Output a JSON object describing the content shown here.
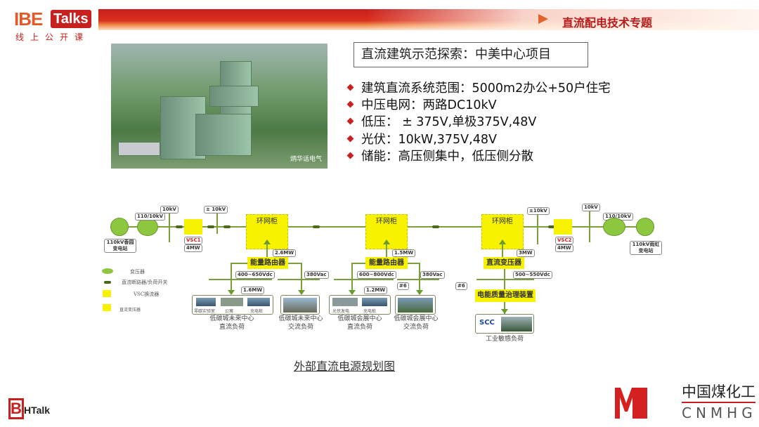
{
  "header": {
    "logo_main": "IBE",
    "logo_talks": "Talks",
    "logo_sub": "线上公开课",
    "topic": "直流配电技术专题"
  },
  "photo": {
    "watermark": "炳华话电气"
  },
  "slide": {
    "title": "直流建筑示范探索：中美中心项目",
    "bullets": [
      "建筑直流系统范围：5000m2办公+50户住宅",
      "中压电网：两路DC10kV",
      "低压： ± 375V,单极375V,48V",
      "光伏：10kW,375V,48V",
      "储能：高压侧集中，低压侧分散"
    ]
  },
  "diagram": {
    "left_station": "110kV香园变电站",
    "left_xfmr": "110/10kV",
    "left_bus": "10kV",
    "left_dc_bus": "± 10kV",
    "vsc1": "VSC1",
    "vsc1_power": "4MW",
    "rmu": [
      "环网柜",
      "环网柜",
      "环网柜"
    ],
    "router1": "能量路由器",
    "router1_power": "2.6MW",
    "router2": "能量路由器",
    "router2_power": "1.5MW",
    "dc_xfmr": "直流变压器",
    "dc_xfmr_power": "3MW",
    "v1": "400~650Vdc",
    "v2": "380Vac",
    "v3": "600~800Vdc",
    "v4": "380Vac",
    "v5": "500~550Vdc",
    "p1": "1.6MW",
    "p2": "1.2MW",
    "n1": "#6",
    "n2": "#6",
    "load1_items": [
      "零碳实验室",
      "公寓",
      "充电桩"
    ],
    "load1_cap1": "低碳城未来中心",
    "load1_cap2": "直流负荷",
    "load2_cap1": "低碳城未来中心",
    "load2_cap2": "交流负荷",
    "load3_items": [
      "光伏发电",
      "充电桩"
    ],
    "load3_cap1": "低碳城会展中心",
    "load3_cap2": "直流负荷",
    "load4_cap1": "低碳城会展中心",
    "load4_cap2": "交流负荷",
    "pq_device": "电能质量治理装置",
    "scc": "SCC",
    "industrial": "工业敏感负荷",
    "right_dc_bus": "±10kV",
    "vsc2": "VSC2",
    "vsc2_power": "4MW",
    "right_bus": "10kV",
    "right_xfmr": "110/10kV",
    "right_station": "110kV雨虹变电站",
    "legend": [
      "变压器",
      "直流断路器/负荷开关",
      "VSC换流器",
      "直流变压器"
    ]
  },
  "caption": "外部直流电源规划图",
  "footer": {
    "left_logo": "HTalk",
    "right_logo_cn": "中国煤化工",
    "right_logo_en": "CNMHG"
  }
}
